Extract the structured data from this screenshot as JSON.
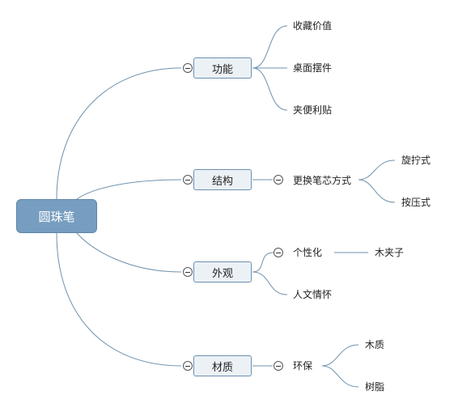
{
  "root": {
    "label": "圆珠笔"
  },
  "branches": {
    "function": {
      "label": "功能",
      "children": [
        "收藏价值",
        "桌面摆件",
        "夹便利贴"
      ]
    },
    "structure": {
      "label": "结构",
      "child": "更换笔芯方式",
      "grandchildren": [
        "旋拧式",
        "按压式"
      ]
    },
    "appearance": {
      "label": "外观",
      "children": [
        "个性化",
        "人文情怀"
      ],
      "personalization_child": "木夹子"
    },
    "material": {
      "label": "材质",
      "child": "环保",
      "grandchildren": [
        "木质",
        "树脂"
      ]
    }
  },
  "colors": {
    "root_fill": "#779ec0",
    "node_fill": "#ecf1f6",
    "node_border": "#6b8fb0",
    "connector": "#6f92ad"
  },
  "icons": {
    "collapse": "collapse-minus-icon"
  }
}
